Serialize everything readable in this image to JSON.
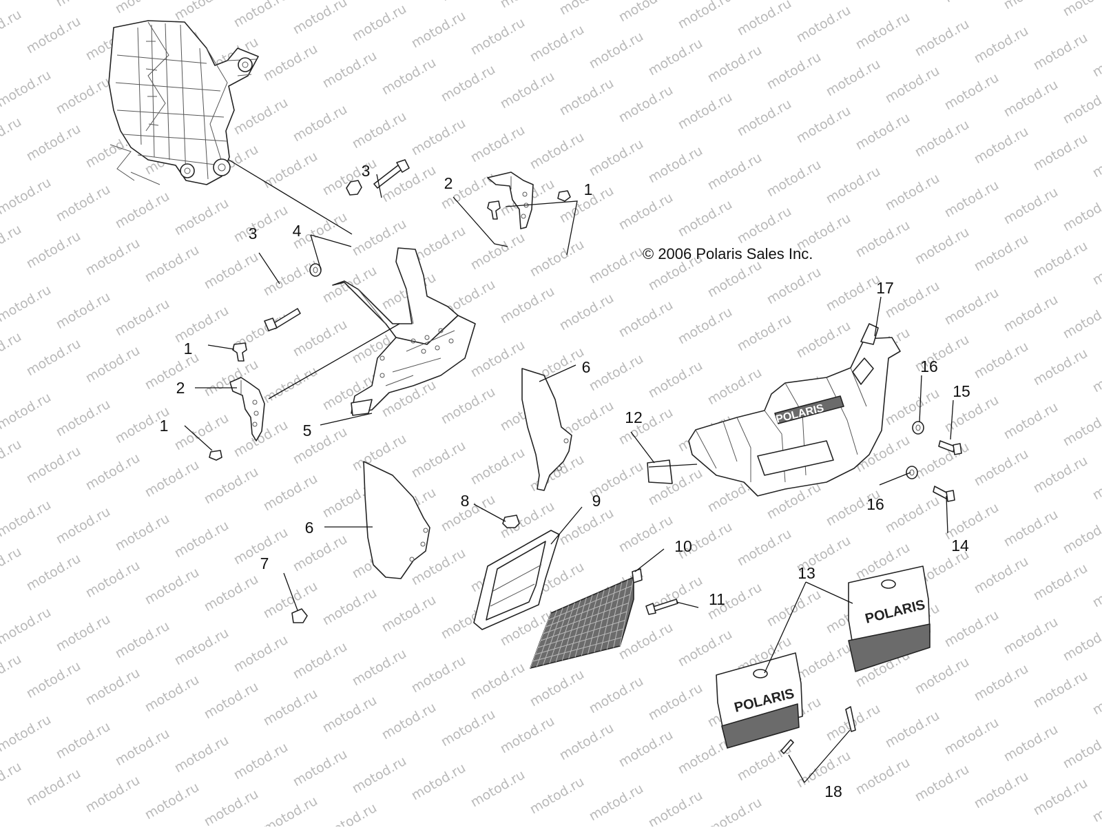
{
  "copyright": "© 2006 Polaris Sales Inc.",
  "watermark": "motod.ru",
  "brand_marks": [
    "POLARIS"
  ],
  "callouts": [
    {
      "key": "c3a",
      "label": "3"
    },
    {
      "key": "c2a",
      "label": "2"
    },
    {
      "key": "c1a",
      "label": "1"
    },
    {
      "key": "c3b",
      "label": "3"
    },
    {
      "key": "c4",
      "label": "4"
    },
    {
      "key": "c17",
      "label": "17"
    },
    {
      "key": "c1b",
      "label": "1"
    },
    {
      "key": "c2b",
      "label": "2"
    },
    {
      "key": "c6a",
      "label": "6"
    },
    {
      "key": "c16a",
      "label": "16"
    },
    {
      "key": "c15",
      "label": "15"
    },
    {
      "key": "c1c",
      "label": "1"
    },
    {
      "key": "c5",
      "label": "5"
    },
    {
      "key": "c12",
      "label": "12"
    },
    {
      "key": "c8",
      "label": "8"
    },
    {
      "key": "c9",
      "label": "9"
    },
    {
      "key": "c16b",
      "label": "16"
    },
    {
      "key": "c6b",
      "label": "6"
    },
    {
      "key": "c10",
      "label": "10"
    },
    {
      "key": "c14",
      "label": "14"
    },
    {
      "key": "c7",
      "label": "7"
    },
    {
      "key": "c13",
      "label": "13"
    },
    {
      "key": "c11",
      "label": "11"
    },
    {
      "key": "c18",
      "label": "18"
    }
  ]
}
